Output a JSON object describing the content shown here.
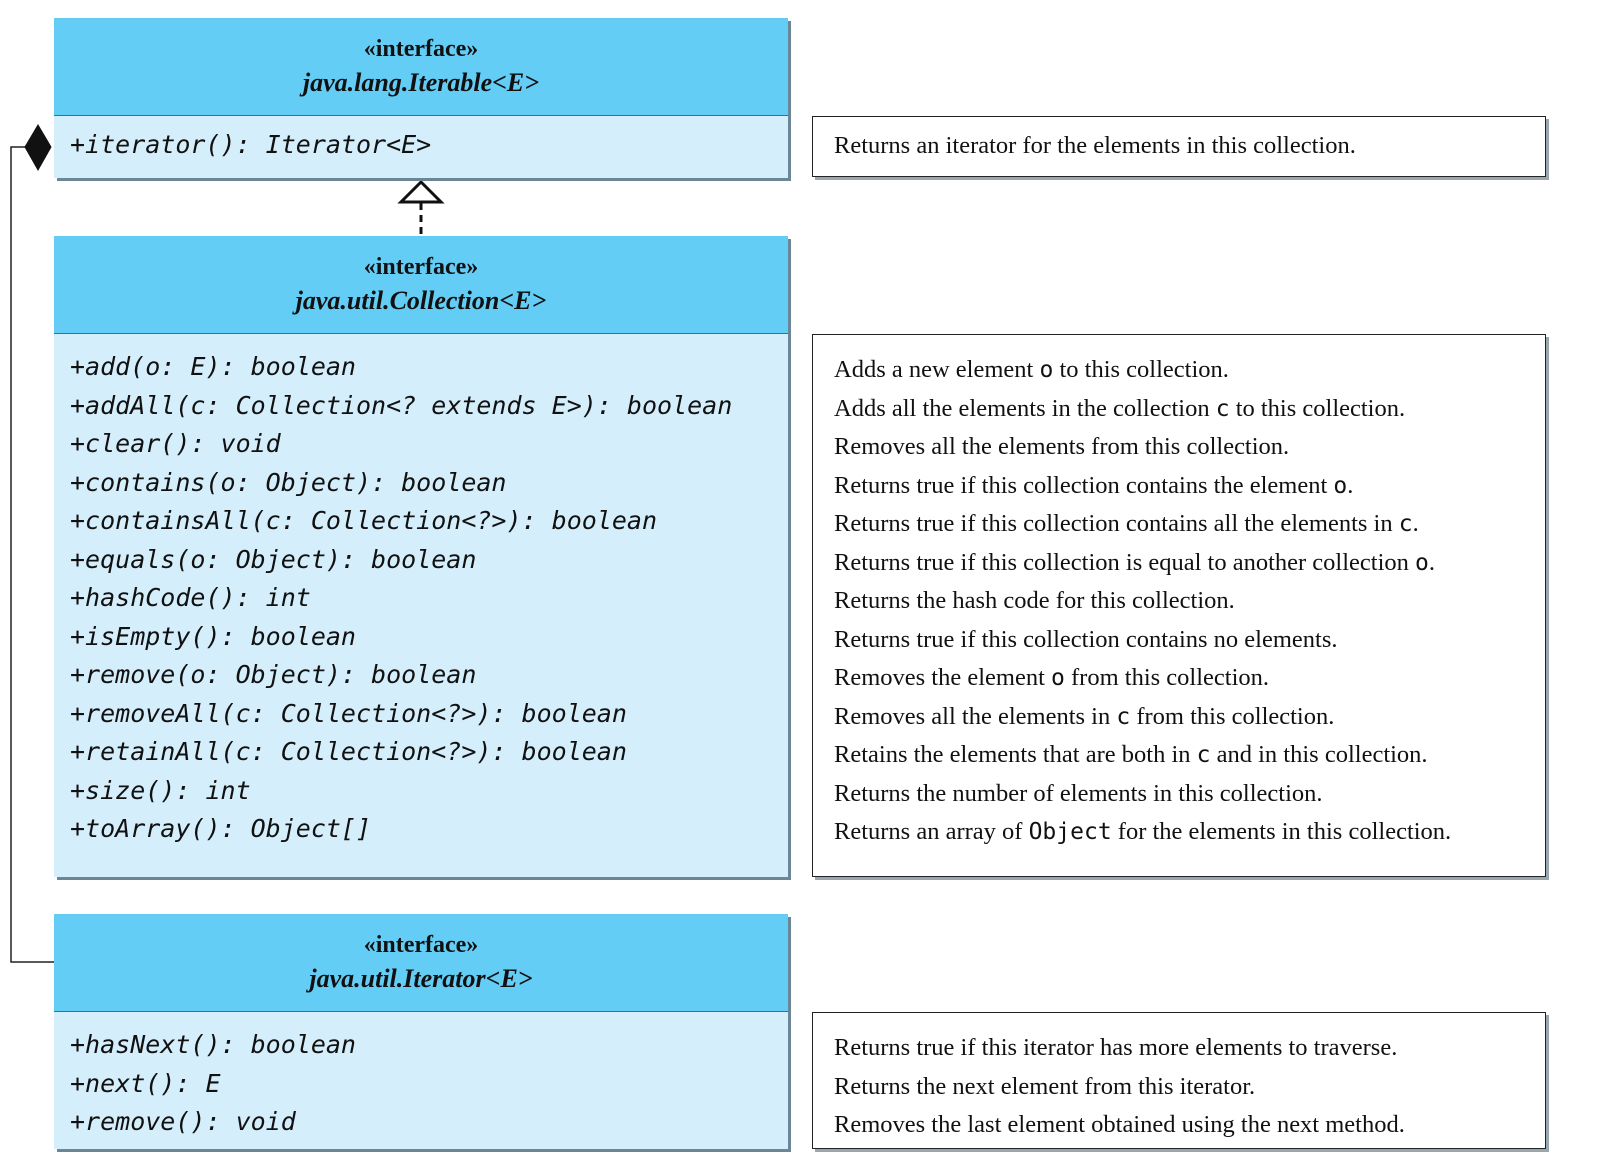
{
  "iterable": {
    "stereotype": "«interface»",
    "name": "java.lang.Iterable<E>",
    "methods": [
      "+iterator(): Iterator<E>"
    ],
    "descriptions": [
      [
        {
          "t": "Returns an iterator for the elements in this collection."
        }
      ]
    ]
  },
  "collection": {
    "stereotype": "«interface»",
    "name": "java.util.Collection<E>",
    "methods": [
      "+add(o: E): boolean",
      "+addAll(c: Collection<? extends E>): boolean",
      "+clear(): void",
      "+contains(o: Object): boolean",
      "+containsAll(c: Collection<?>): boolean",
      "+equals(o: Object): boolean",
      "+hashCode(): int",
      "+isEmpty(): boolean",
      "+remove(o: Object): boolean",
      "+removeAll(c: Collection<?>): boolean",
      "+retainAll(c: Collection<?>): boolean",
      "+size(): int",
      "+toArray(): Object[]"
    ],
    "descriptions": [
      [
        {
          "t": "Adds a new element "
        },
        {
          "c": "o"
        },
        {
          "t": " to this collection."
        }
      ],
      [
        {
          "t": "Adds all the elements in the collection "
        },
        {
          "c": "c"
        },
        {
          "t": " to this collection."
        }
      ],
      [
        {
          "t": "Removes all the elements from this collection."
        }
      ],
      [
        {
          "t": "Returns true if this collection contains the element "
        },
        {
          "c": "o"
        },
        {
          "t": "."
        }
      ],
      [
        {
          "t": "Returns true if this collection contains all the elements in "
        },
        {
          "c": "c"
        },
        {
          "t": "."
        }
      ],
      [
        {
          "t": "Returns true if this collection is equal to another collection "
        },
        {
          "c": "o"
        },
        {
          "t": "."
        }
      ],
      [
        {
          "t": "Returns the hash code for this collection."
        }
      ],
      [
        {
          "t": "Returns true if this collection contains no elements."
        }
      ],
      [
        {
          "t": "Removes the element "
        },
        {
          "c": "o"
        },
        {
          "t": " from this collection."
        }
      ],
      [
        {
          "t": "Removes all the elements in "
        },
        {
          "c": "c"
        },
        {
          "t": " from this collection."
        }
      ],
      [
        {
          "t": "Retains the elements that are both in "
        },
        {
          "c": "c"
        },
        {
          "t": " and in this collection."
        }
      ],
      [
        {
          "t": "Returns the number of elements in this collection."
        }
      ],
      [
        {
          "t": "Returns an array of "
        },
        {
          "c": "Object"
        },
        {
          "t": " for the elements in this collection."
        }
      ]
    ]
  },
  "iterator": {
    "stereotype": "«interface»",
    "name": "java.util.Iterator<E>",
    "methods": [
      "+hasNext(): boolean",
      "+next(): E",
      "+remove(): void"
    ],
    "descriptions": [
      [
        {
          "t": "Returns true if this iterator has more elements to traverse."
        }
      ],
      [
        {
          "t": "Returns the next element from this iterator."
        }
      ],
      [
        {
          "t": "Removes the last element obtained using the next method."
        }
      ]
    ]
  },
  "colors": {
    "header": "#64cdf5",
    "body": "#d4eefb",
    "line": "#222222"
  }
}
